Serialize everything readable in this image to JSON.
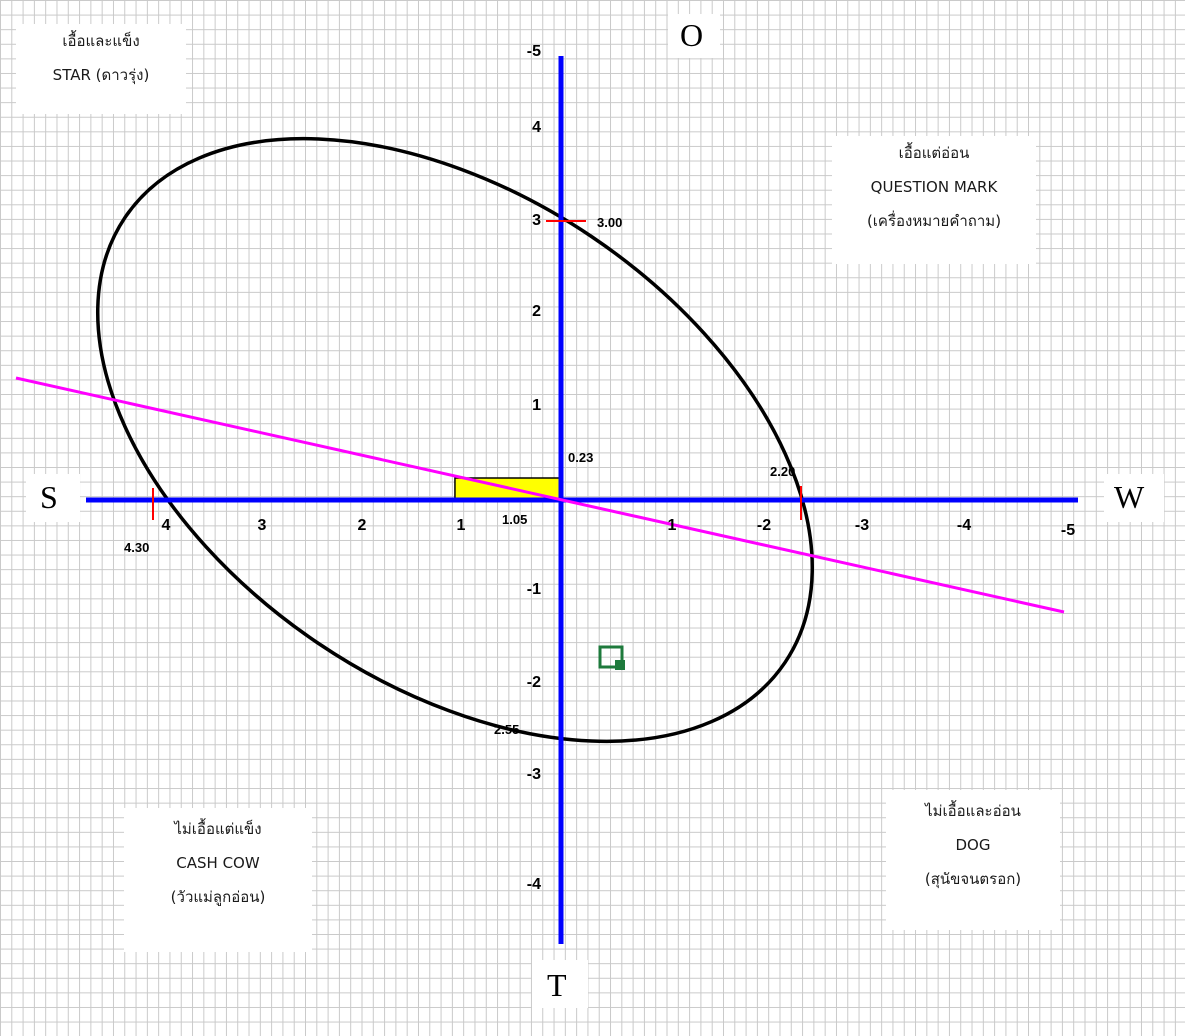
{
  "quadrants": {
    "star": {
      "line1": "เอื้อและแข็ง",
      "line2": "STAR (ดาวรุ่ง)"
    },
    "question_mark": {
      "line1": "เอื้อแต่อ่อน",
      "line2": "QUESTION  MARK",
      "line3": "(เครื่องหมายคำถาม)"
    },
    "cash_cow": {
      "line1": "ไม่เอื้อแต่แข็ง",
      "line2": "CASH  COW",
      "line3": "(วัวแม่ลูกอ่อน)"
    },
    "dog": {
      "line1": "ไม่เอื้อและอ่อน",
      "line2": "DOG",
      "line3": "(สุนัขจนตรอก)"
    }
  },
  "chart_data": {
    "type": "scatter",
    "axes": {
      "top": "O",
      "bottom": "T",
      "left": "S",
      "right": "W"
    },
    "x_ticks": [
      "4",
      "3",
      "2",
      "1",
      "1",
      "-2",
      "-3",
      "-4",
      "-5"
    ],
    "y_ticks": [
      "-5",
      "4",
      "3",
      "2",
      "1",
      "-1",
      "-2",
      "-3",
      "-4"
    ],
    "annotations": {
      "s_value": "4.30",
      "w_value": "2.20",
      "o_value": "3.00",
      "t_value": "2.55",
      "centroid_x": "1.05",
      "centroid_y": "0.23"
    },
    "values": {
      "S": 4.3,
      "W": 2.2,
      "O": 3.0,
      "T": 2.55,
      "centroid": {
        "x": 1.05,
        "y": 0.23
      }
    },
    "colors": {
      "axis": "#0000ff",
      "ellipse": "#000000",
      "trend_line": "#ff00ff",
      "centroid_box": "#ffff00",
      "tick_mark": "#ff0000",
      "grid": "#c9c9c9"
    }
  }
}
